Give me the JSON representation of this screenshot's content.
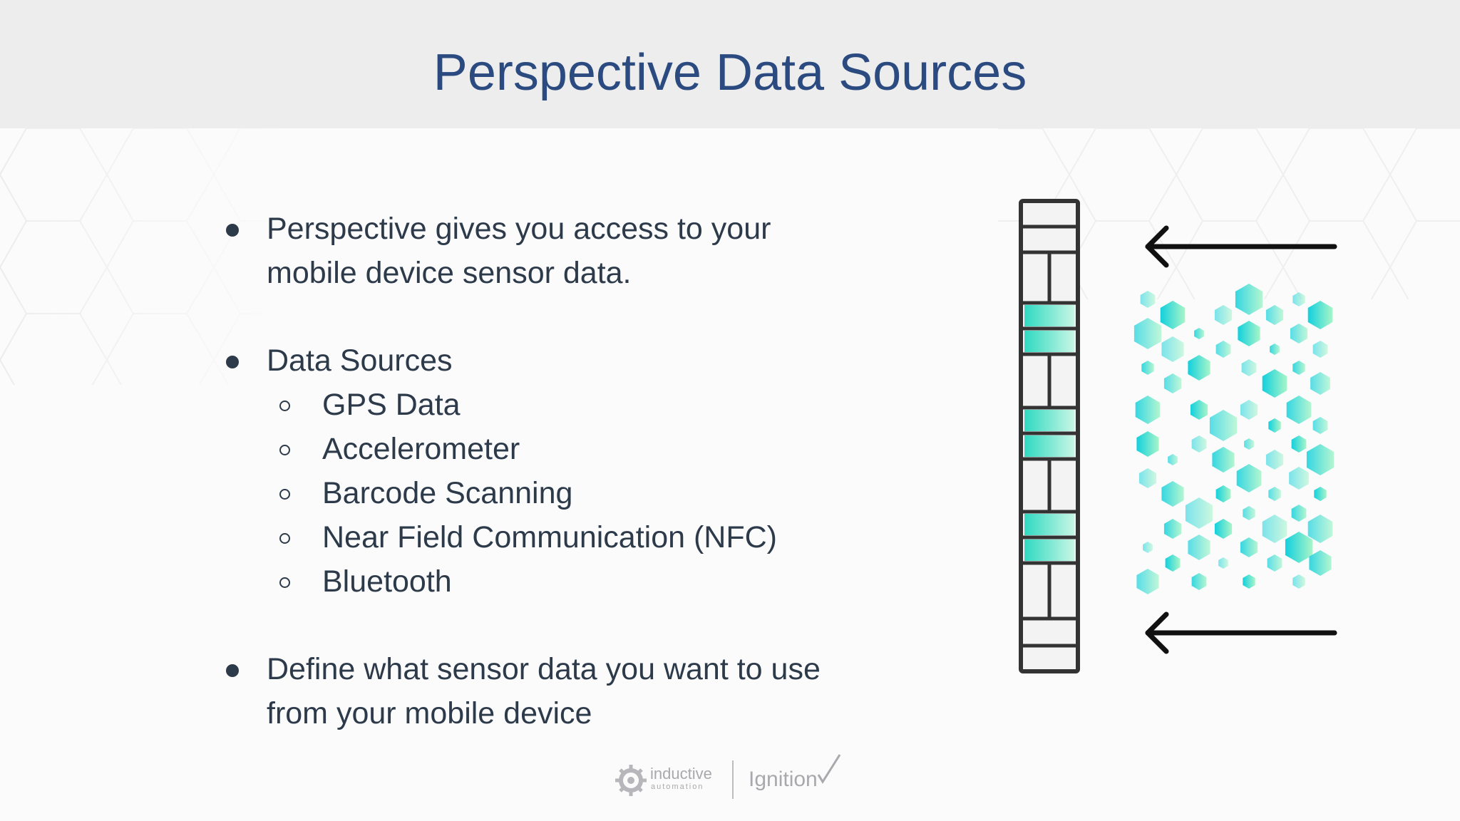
{
  "slide": {
    "title": "Perspective Data Sources"
  },
  "bullets": [
    {
      "lines": [
        "Perspective gives you access to your",
        "mobile device sensor data."
      ]
    },
    {
      "lines": [
        "Data Sources"
      ],
      "subitems": [
        "GPS Data",
        "Accelerometer",
        "Barcode Scanning",
        "Near Field Communication (NFC)",
        "Bluetooth"
      ]
    },
    {
      "lines": [
        "Define what sensor data you want to use",
        "from your mobile device"
      ]
    }
  ],
  "footer": {
    "brand_primary": "inductive",
    "brand_secondary": "automation",
    "product": "Ignition"
  },
  "colors": {
    "title": "#2b4b80",
    "text": "#2d3a4a",
    "accent_cyan": "#1ccfd8",
    "accent_mint": "#7ff0c0"
  },
  "icons": {
    "gear": "gear-icon",
    "arrow": "left-arrow-icon",
    "hexagon": "hexagon-icon"
  }
}
